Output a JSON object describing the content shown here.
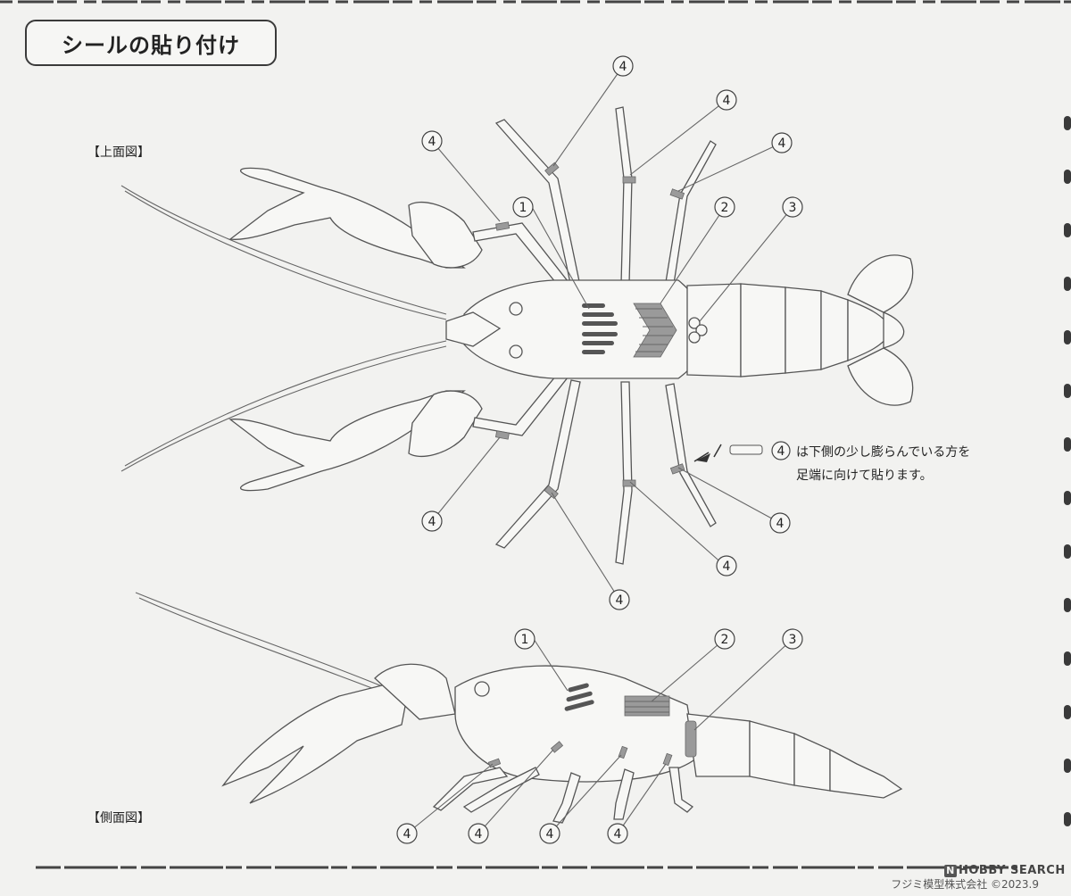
{
  "title": "シールの貼り付け",
  "views": {
    "top": "【上面図】",
    "side": "【側面図】"
  },
  "note": {
    "line1": "は下側の少し膨らんでいる方を",
    "line2": "足端に向けて貼ります。",
    "marker": "4"
  },
  "callouts": {
    "one": "1",
    "two": "2",
    "three": "3",
    "four": "4"
  },
  "brand": {
    "logo_letter": "N",
    "text": "HOBBY SEARCH"
  },
  "footer": "フジミ模型株式会社 ©2023.9"
}
